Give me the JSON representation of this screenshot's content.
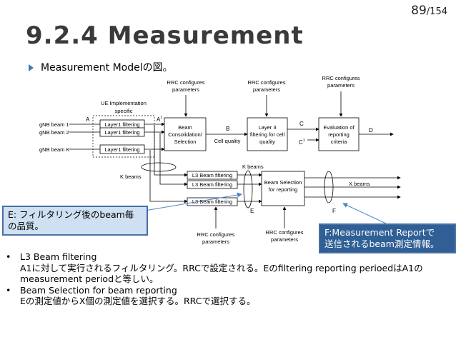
{
  "page": {
    "number": "89",
    "total": "154"
  },
  "title": "9.2.4 Measurement",
  "bullet": "Measurement Modelの図。",
  "diagram": {
    "rrc_top1": [
      "RRC configures",
      "parameters"
    ],
    "rrc_top2": [
      "RRC configures",
      "parameters"
    ],
    "rrc_top3": [
      "RRC configures",
      "parameters"
    ],
    "rrc_bottom1": [
      "RRC configures",
      "parameters"
    ],
    "rrc_bottom2": [
      "RRC configures",
      "parameters"
    ],
    "ue_impl": [
      "UE Implementation",
      "specific"
    ],
    "point_A": "A",
    "point_A1": "A",
    "point_A1_sup": "1",
    "point_B": "B",
    "point_C": "C",
    "point_C1": "C",
    "point_C1_sup": "1",
    "point_D": "D",
    "point_E": "E",
    "point_F": "F",
    "gnb_beam1": "gNB beam 1",
    "gnb_beam2": "gNB beam 2",
    "gnb_beamk": "gNB beam K",
    "layer1": [
      "Layer1 filtering",
      "Layer1 filtering",
      "Layer1 filtering"
    ],
    "beam_consolidation": [
      "Beam",
      "Consolidation/",
      "Selection"
    ],
    "cell_quality": "Cell quality",
    "layer3_cell": [
      "Layer 3",
      "filtering for cell",
      "quality"
    ],
    "evaluation": [
      "Evaluation of",
      "reporting",
      "criteria"
    ],
    "k_beams_left": "K beams",
    "k_beams_right": "K beams",
    "l3_beam": [
      "L3 Beam filtering",
      "L3 Beam filtering",
      "L3 Beam filtering"
    ],
    "beam_selection": [
      "Beam Selection",
      "for reporting"
    ],
    "x_beams": "X beams"
  },
  "callout_e": [
    "E: フィルタリング後のbeam毎",
    "の品質。"
  ],
  "callout_f": [
    "F:Measurement Reportで",
    "送信されるbeam測定情報。"
  ],
  "notes": [
    {
      "title": "L3 Beam filtering",
      "lines": [
        "A1に対して実行されるフィルタリング。RRCで設定される。Eのfiltering reporting perioedはA1の",
        "measurement periodと等しい。"
      ]
    },
    {
      "title": "Beam Selection for beam reporting",
      "lines": [
        "Eの測定値からX個の測定値を選択する。RRCで選択する。"
      ]
    }
  ]
}
